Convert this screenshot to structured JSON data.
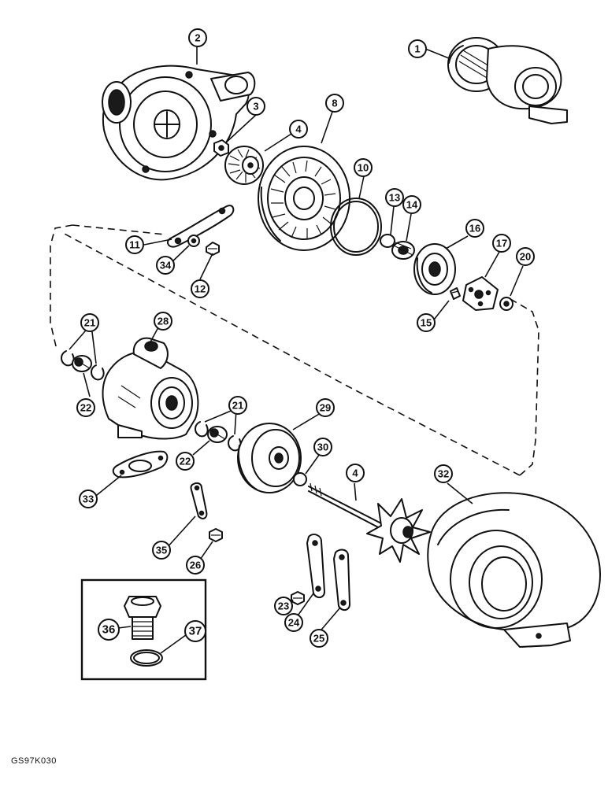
{
  "figure": {
    "code": "GS97K030"
  },
  "callouts": [
    "1",
    "2",
    "3",
    "4",
    "8",
    "10",
    "11",
    "12",
    "13",
    "14",
    "15",
    "16",
    "17",
    "20",
    "21",
    "22",
    "28",
    "29",
    "30",
    "4",
    "32",
    "33",
    "35",
    "26",
    "23",
    "24",
    "25",
    "36",
    "37",
    "34",
    "21",
    "22"
  ],
  "colors": {
    "ink": "#111111",
    "paper": "#ffffff"
  }
}
